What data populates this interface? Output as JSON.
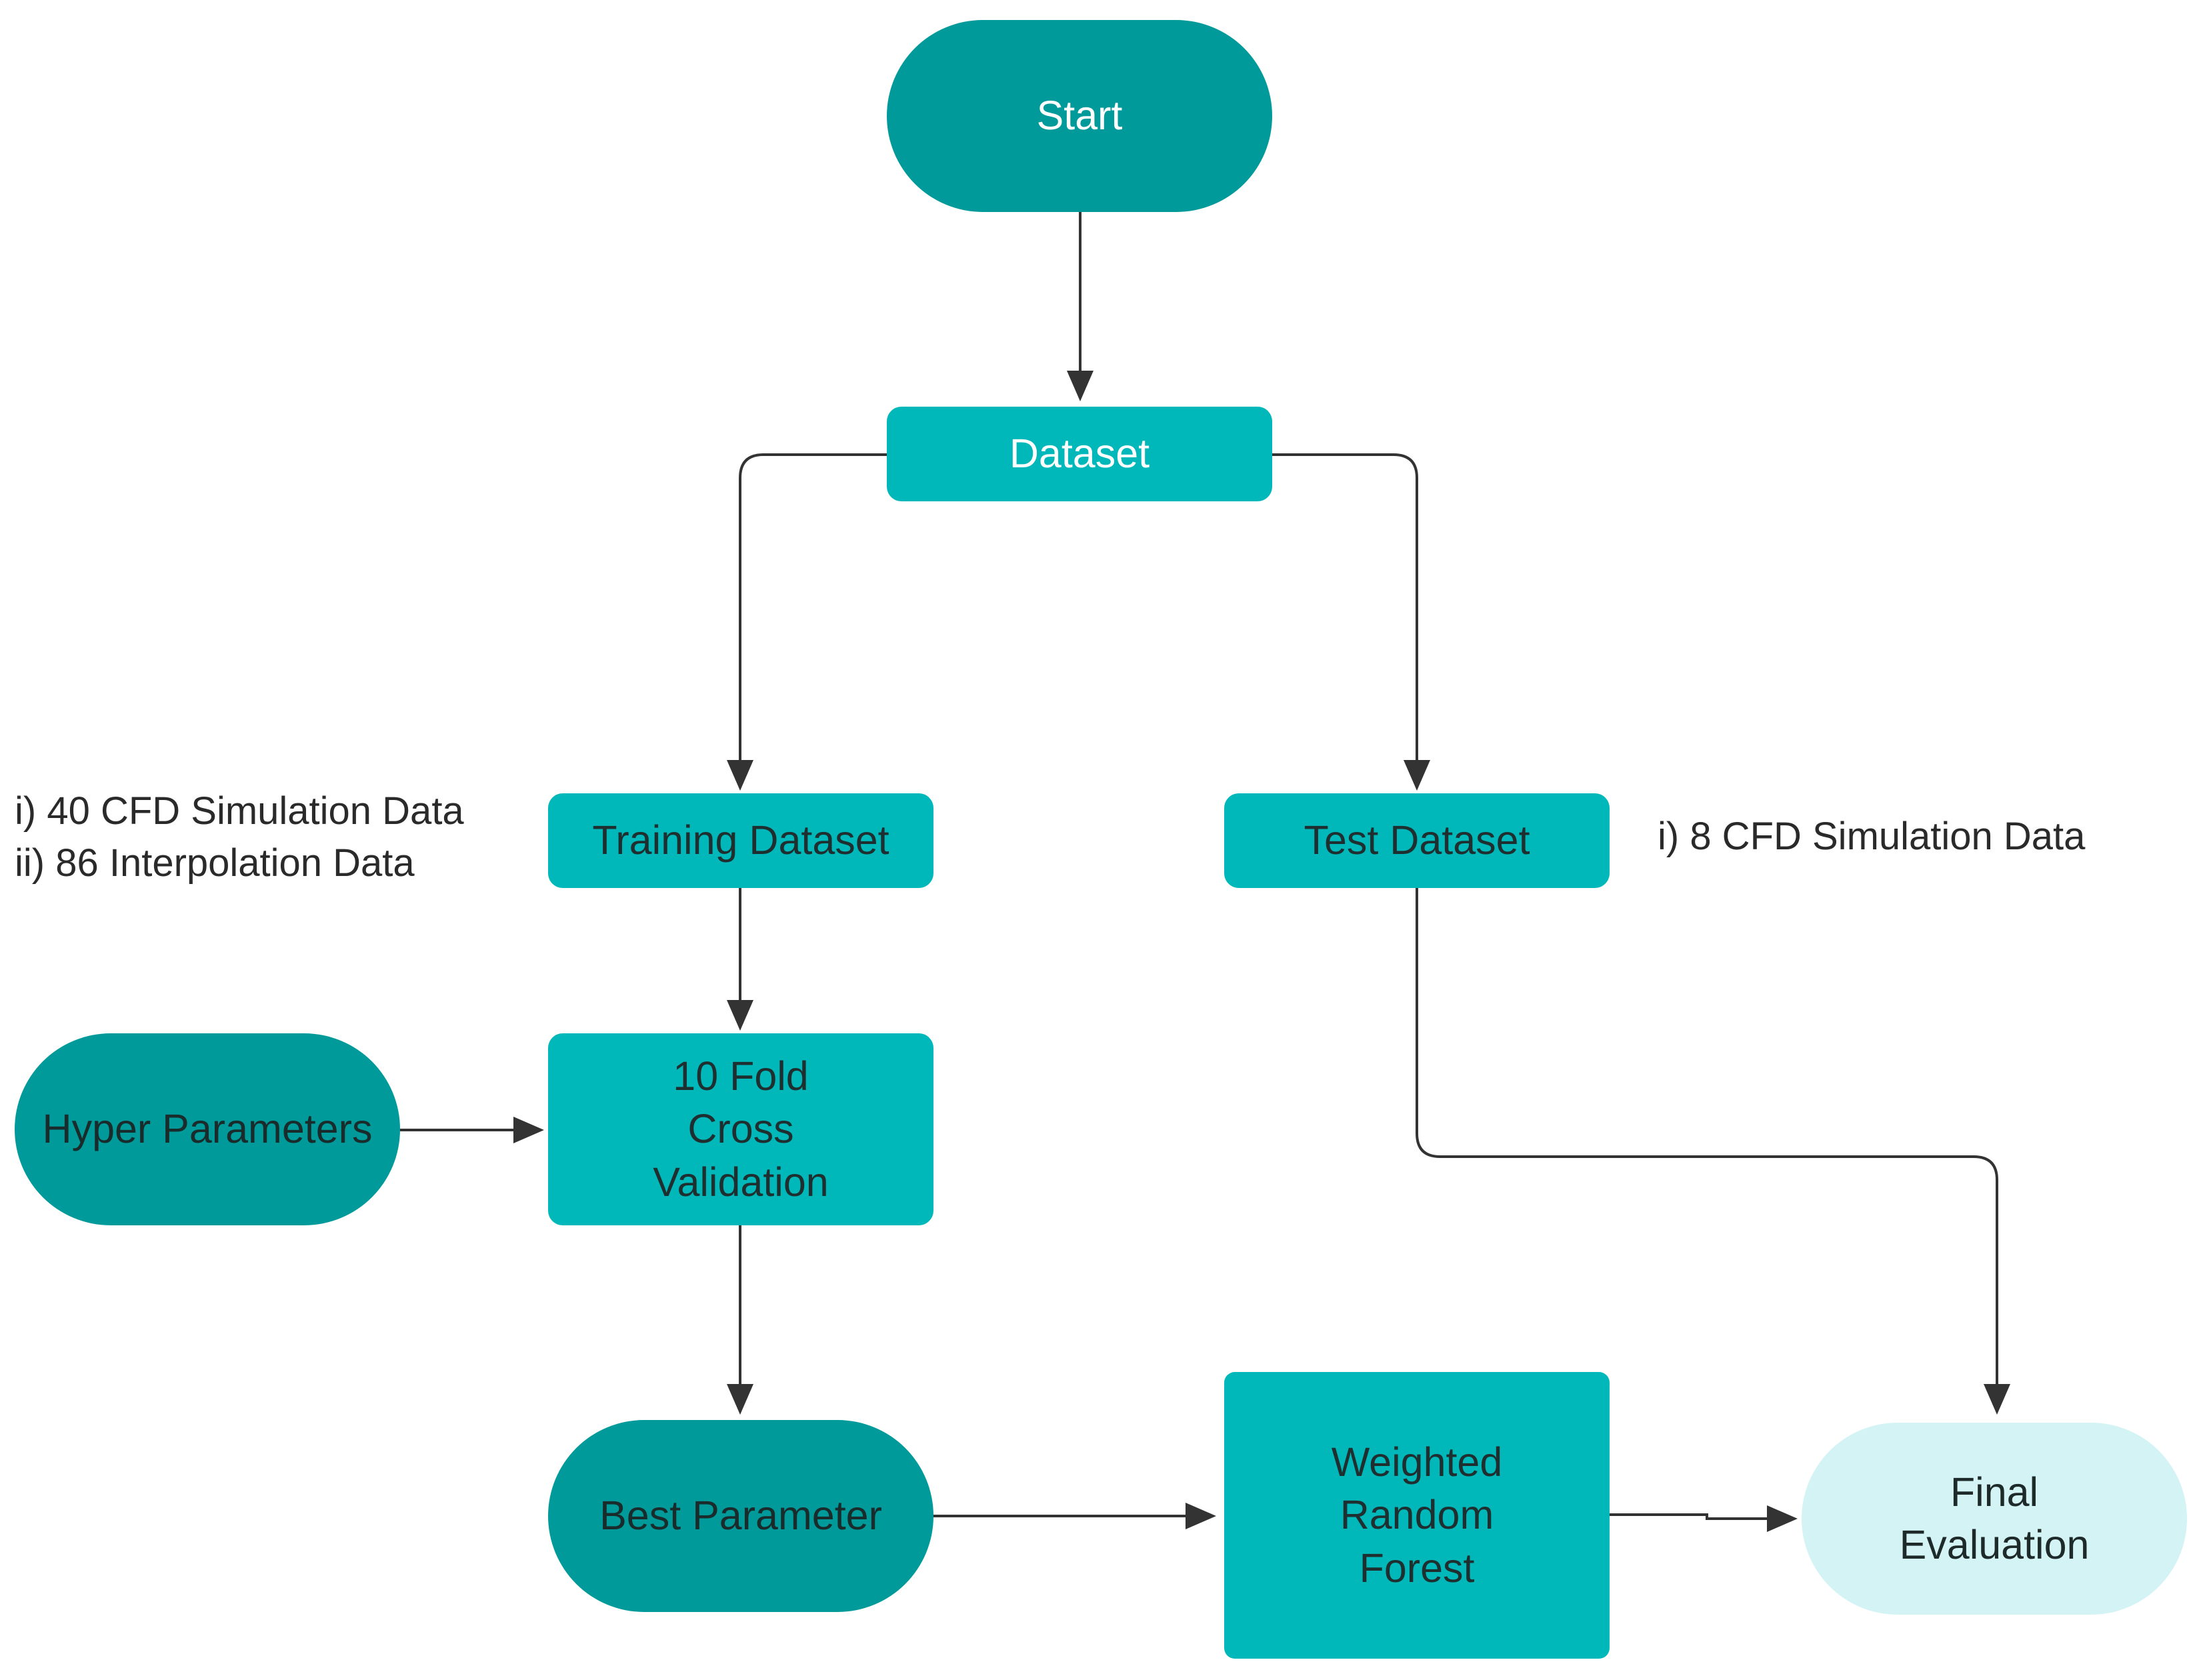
{
  "nodes": {
    "start": "Start",
    "dataset": "Dataset",
    "training_dataset": "Training Dataset",
    "test_dataset": "Test Dataset",
    "hyper_parameters": "Hyper Parameters",
    "cross_validation": "10 Fold Cross Validation",
    "best_parameter": "Best Parameter",
    "weighted_random_forest": "Weighted Random Forest",
    "final_evaluation": "Final Evaluation"
  },
  "notes": {
    "training": [
      "i) 40 CFD Simulation Data",
      "ii) 86 Interpolation Data"
    ],
    "test": [
      "i) 8 CFD Simulation Data"
    ]
  },
  "colors": {
    "terminal_dark": "#009a9b",
    "process": "#00b8ba",
    "terminal_light": "#d3f3f5",
    "connector": "#333333"
  }
}
